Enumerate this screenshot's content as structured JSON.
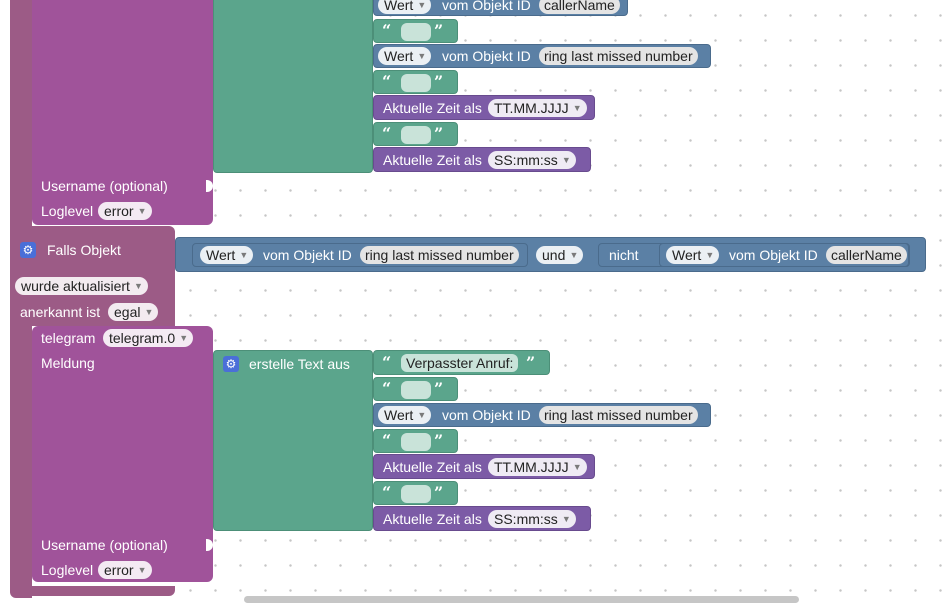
{
  "block1": {
    "username_label": "Username (optional)",
    "loglevel_label": "Loglevel",
    "loglevel_value": "error",
    "text_rows": [
      {
        "type": "value",
        "label": "Wert",
        "of_label": "vom Objekt ID",
        "object_id": "callerName"
      },
      {
        "type": "string",
        "value": ""
      },
      {
        "type": "value",
        "label": "Wert",
        "of_label": "vom Objekt ID",
        "object_id": "ring last missed number"
      },
      {
        "type": "string",
        "value": ""
      },
      {
        "type": "time",
        "label": "Aktuelle Zeit als",
        "format": "TT.MM.JJJJ"
      },
      {
        "type": "string",
        "value": ""
      },
      {
        "type": "time",
        "label": "Aktuelle Zeit als",
        "format": "SS:mm:ss"
      }
    ]
  },
  "trigger": {
    "title": "Falls Objekt",
    "condition_left": {
      "label": "Wert",
      "of_label": "vom Objekt ID",
      "object_id": "ring last missed number"
    },
    "operator": "und",
    "not_label": "nicht",
    "condition_right": {
      "label": "Wert",
      "of_label": "vom Objekt ID",
      "object_id": "callerName"
    },
    "event_value": "wurde aktualisiert",
    "ack_label": "anerkannt ist",
    "ack_value": "egal"
  },
  "telegram": {
    "label": "telegram",
    "instance": "telegram.0",
    "message_label": "Meldung",
    "create_text_label": "erstelle Text aus",
    "text_rows": [
      {
        "type": "string",
        "value": "Verpasster Anruf:"
      },
      {
        "type": "string",
        "value": ""
      },
      {
        "type": "value",
        "label": "Wert",
        "of_label": "vom Objekt ID",
        "object_id": "ring last missed number"
      },
      {
        "type": "string",
        "value": ""
      },
      {
        "type": "time",
        "label": "Aktuelle Zeit als",
        "format": "TT.MM.JJJJ"
      },
      {
        "type": "string",
        "value": ""
      },
      {
        "type": "time",
        "label": "Aktuelle Zeit als",
        "format": "SS:mm:ss"
      }
    ],
    "username_label": "Username (optional)",
    "loglevel_label": "Loglevel",
    "loglevel_value": "error"
  },
  "icons": {
    "gear": "gear-icon",
    "dropdown": "dropdown-arrow-icon",
    "quote_open": "“",
    "quote_close": "”",
    "arrow": "▼"
  },
  "colors": {
    "event": "#9c5b86",
    "telegram": "#a0539a",
    "text": "#5ba58c",
    "value": "#5b80a5",
    "time": "#7c5ba6",
    "gear": "#4a6fd8"
  }
}
